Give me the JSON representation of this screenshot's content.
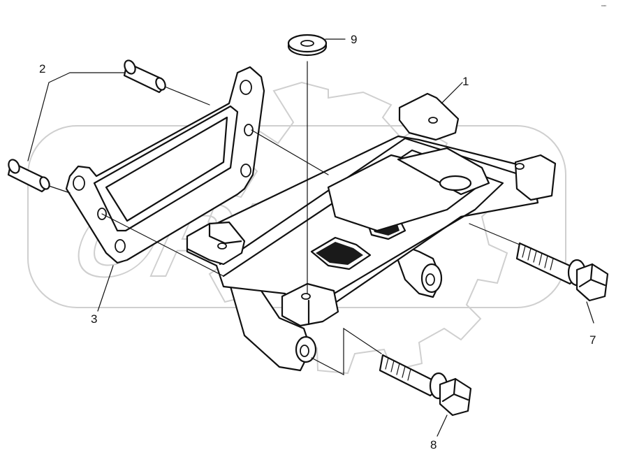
{
  "callouts": {
    "c1": "1",
    "c2": "2",
    "c3": "3",
    "c7": "7",
    "c8": "8",
    "c9": "9"
  },
  "corner_mark": "••••",
  "watermark": {
    "text": "OPEX",
    "color": "#cfcfcf"
  },
  "colors": {
    "line": "#111111",
    "background": "#ffffff"
  }
}
